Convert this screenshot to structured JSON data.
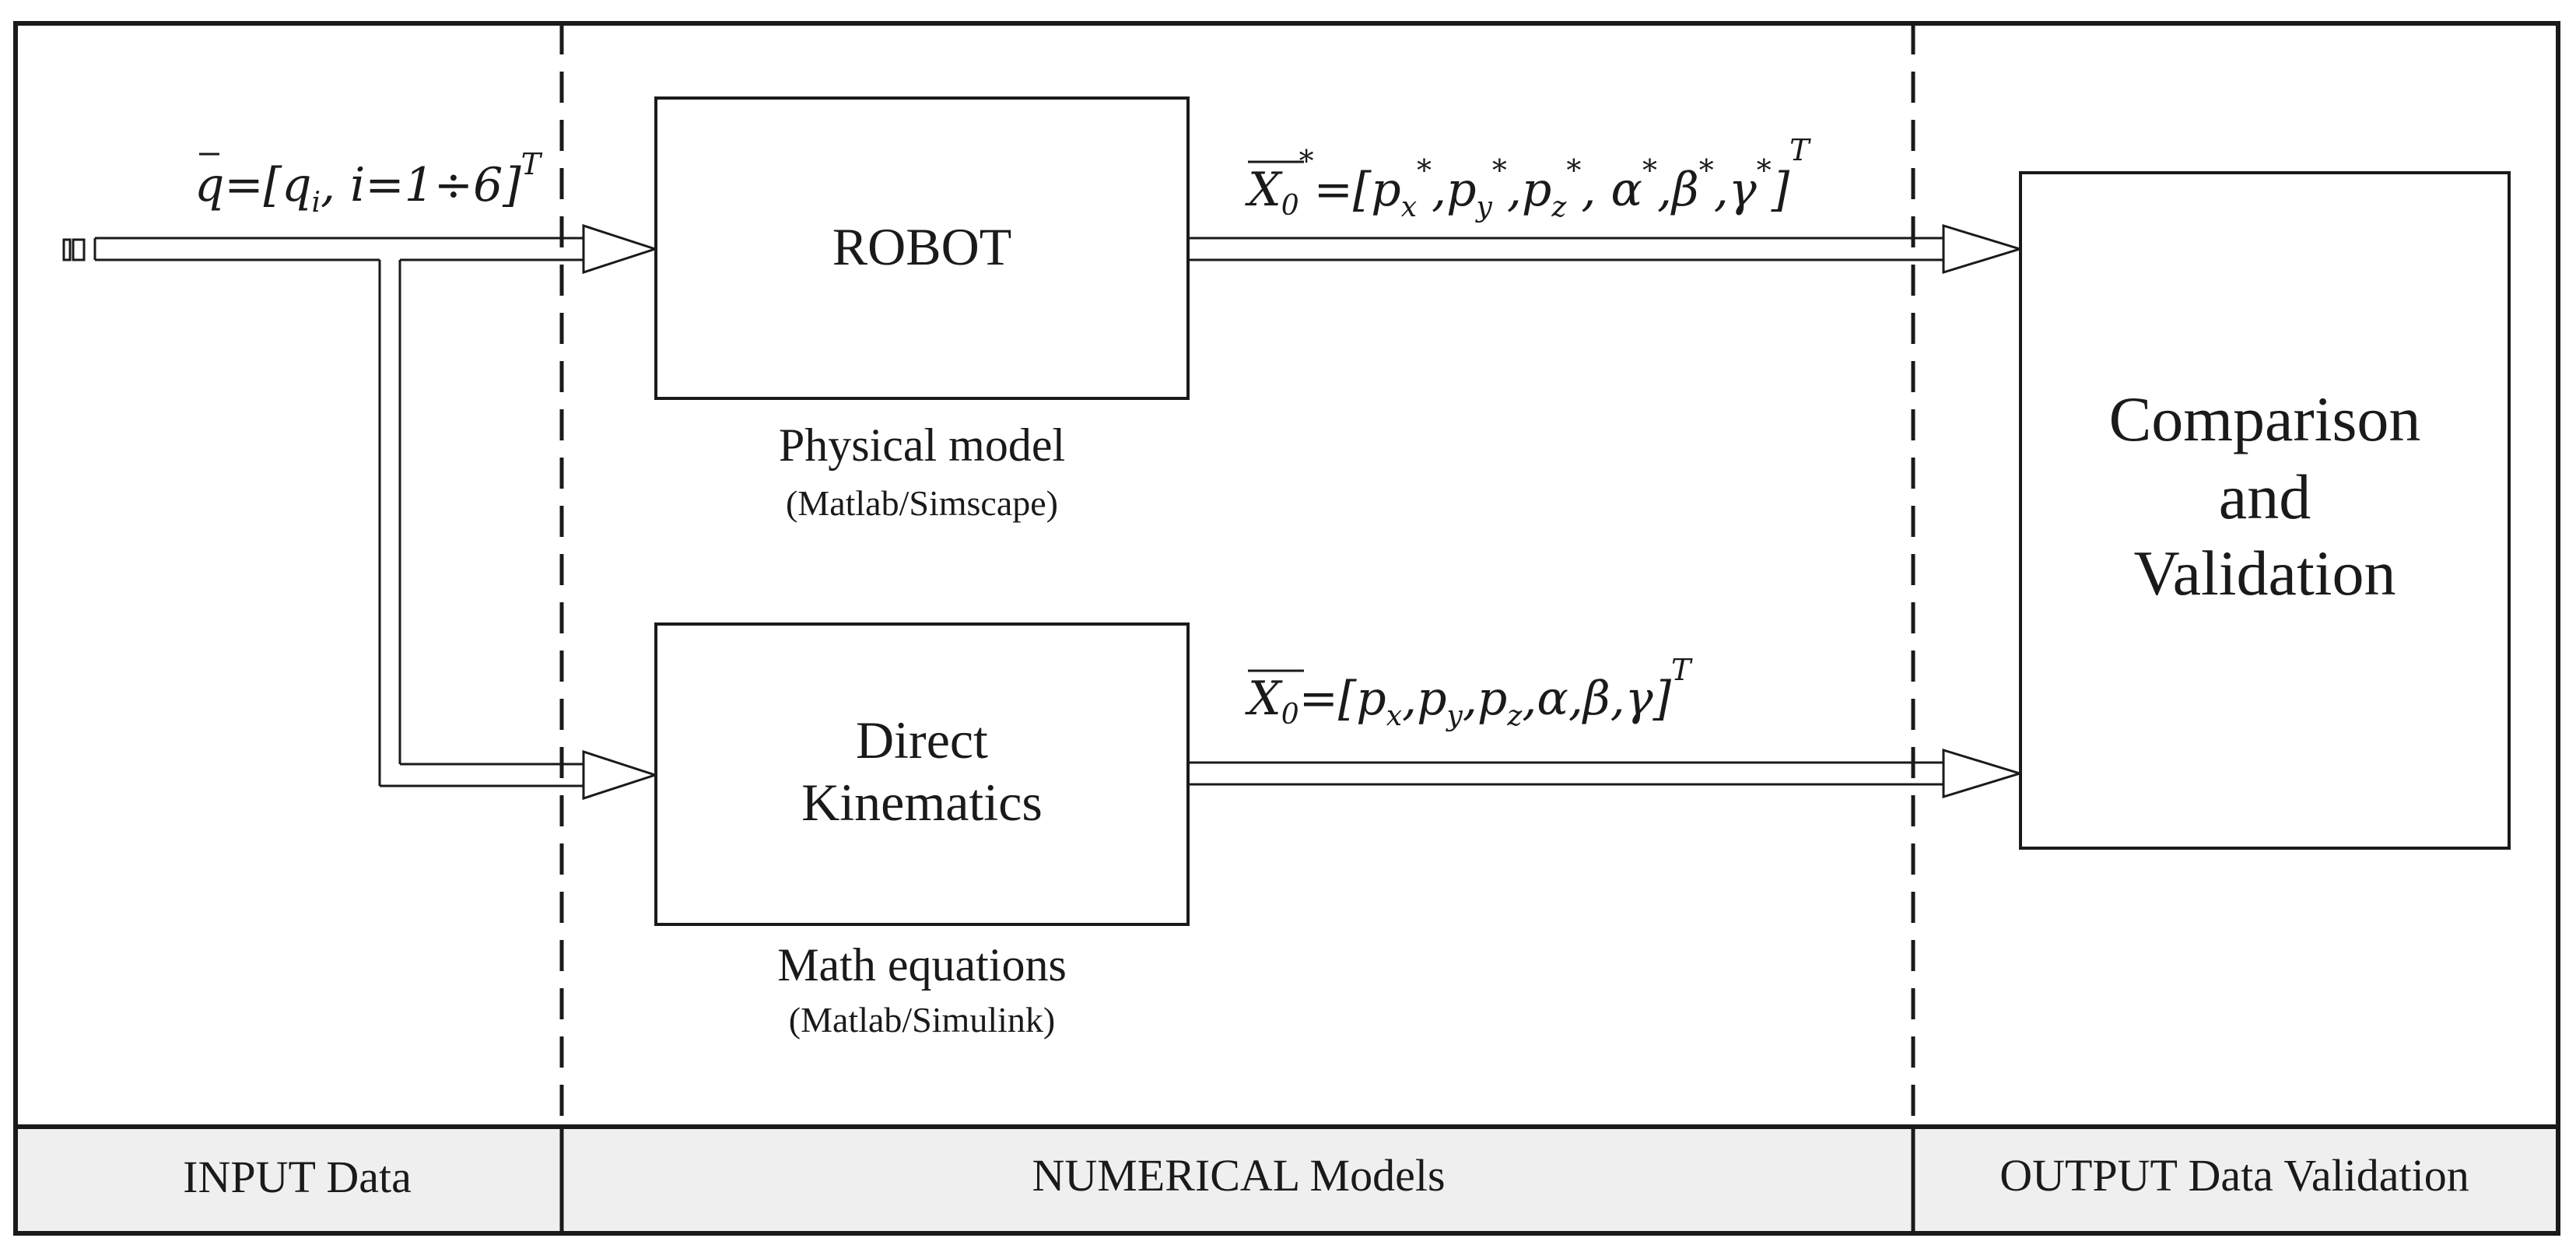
{
  "blocks": {
    "robot": {
      "title": "ROBOT",
      "caption": "Physical model",
      "caption_sub": "(Matlab/Simscape)"
    },
    "direct_kinematics": {
      "title_line1": "Direct",
      "title_line2": "Kinematics",
      "caption": "Math equations",
      "caption_sub": "(Matlab/Simulink)"
    },
    "comparison": {
      "line1": "Comparison",
      "line2": "and",
      "line3": "Validation"
    }
  },
  "signals": {
    "input": "q̅=[qi, i=1÷6]T",
    "robot_output": "X0*=[px*,py*,pz*, α*,β*,γ*]T",
    "kinematics_output": "X0=[px,py,pz,α,β,γ]T"
  },
  "sections": {
    "input": "INPUT Data",
    "numerical": "NUMERICAL Models",
    "output": "OUTPUT Data Validation"
  }
}
